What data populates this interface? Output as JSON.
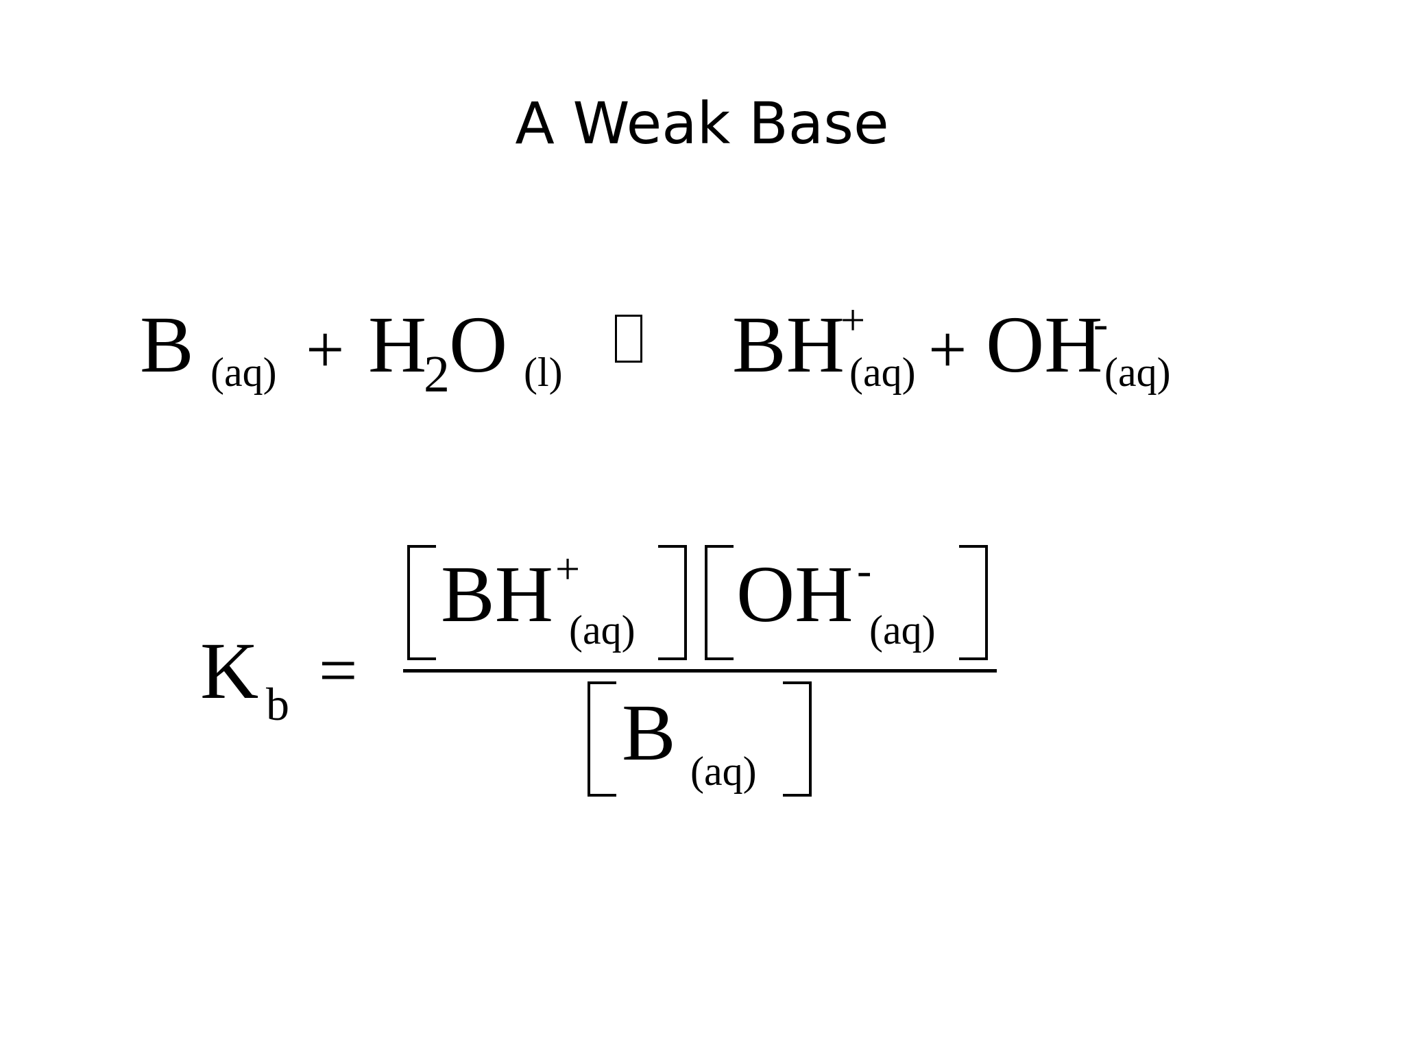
{
  "slide": {
    "title": "A Weak Base"
  },
  "reaction": {
    "reactant1": "B",
    "reactant1_state": "(aq)",
    "plus1": "+",
    "reactant2_H": "H",
    "reactant2_subscript": "2",
    "reactant2_O": "O",
    "reactant2_state": "(l)",
    "arrow_icon": "equilibrium-arrow-icon (missing glyph box)",
    "product1": "BH",
    "product1_charge": "+",
    "product1_state": "(aq)",
    "plus2": "+",
    "product2": "OH",
    "product2_charge": "-",
    "product2_state": "(aq)"
  },
  "expression": {
    "K": "K",
    "K_subscript": "b",
    "equals": "=",
    "numerator": {
      "species1": "BH",
      "species1_charge": "+",
      "species1_state": "(aq)",
      "species2": "OH",
      "species2_charge": "-",
      "species2_state": "(aq)"
    },
    "denominator": {
      "species": "B",
      "state": "(aq)"
    }
  }
}
